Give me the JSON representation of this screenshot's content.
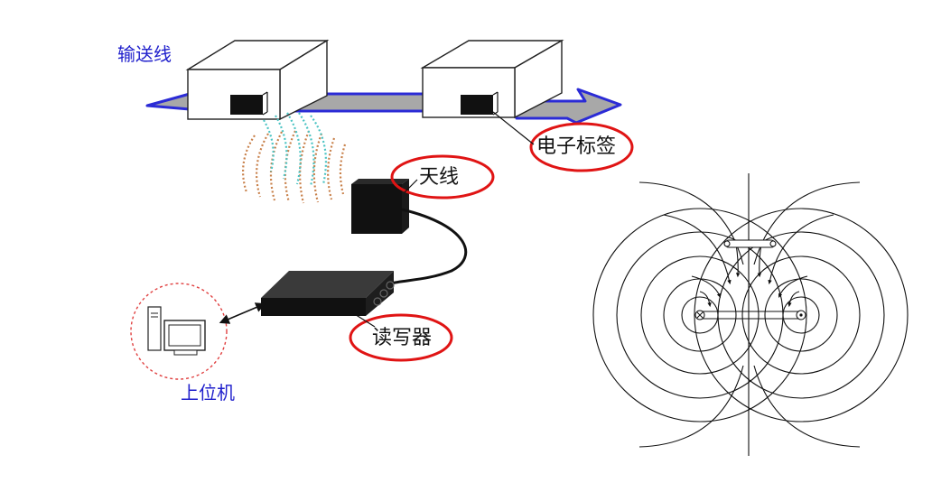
{
  "labels": {
    "conveyor": "输送线",
    "tag": "电子标签",
    "antenna": "天线",
    "reader": "读写器",
    "host": "上位机"
  },
  "colors": {
    "label_blue": "#1f1fcc",
    "callout_red": "#e01414",
    "conveyor_fill": "#a8a8a8",
    "conveyor_edge": "#2b2bd6",
    "wave_warm": "#c8804a",
    "wave_cool": "#4cc4c4",
    "host_circle": "#e04040"
  },
  "icons": {
    "antenna": "antenna-block-icon",
    "reader": "reader-box-icon",
    "host": "desktop-computer-icon",
    "radio_waves": "radio-waves-icon"
  }
}
